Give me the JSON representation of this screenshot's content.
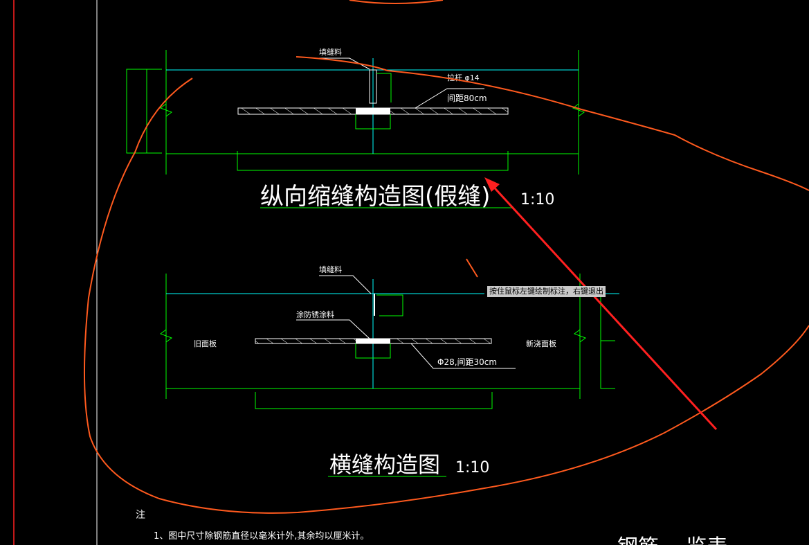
{
  "diagram1": {
    "label_filler": "填缝料",
    "label_rebar": "拉杆 φ14",
    "label_spacing": "间距80cm",
    "title": "纵向缩缝构造图(假缝)",
    "scale": "1:10"
  },
  "diagram2": {
    "label_filler": "填缝料",
    "label_coating": "涂防锈涂料",
    "label_old": "旧面板",
    "label_new": "新浇面板",
    "label_rebar": "Φ28,间距30cm",
    "title": "横缝构造图",
    "scale": "1:10"
  },
  "notes": {
    "heading": "注",
    "item1": "1、图中尺寸除钢筋直径以毫米计外,其余均以厘米计。",
    "cut_text": "钢筋 一览表"
  },
  "tooltip": "按住鼠标左键绘制标注，右键退出",
  "colors": {
    "background": "#000000",
    "green": "#00ff00",
    "cyan": "#00ffff",
    "white": "#ffffff",
    "annotation_orange": "#ff5a1e",
    "arrow_red": "#ff2020",
    "tooltip_bg": "#c9c9c9"
  }
}
